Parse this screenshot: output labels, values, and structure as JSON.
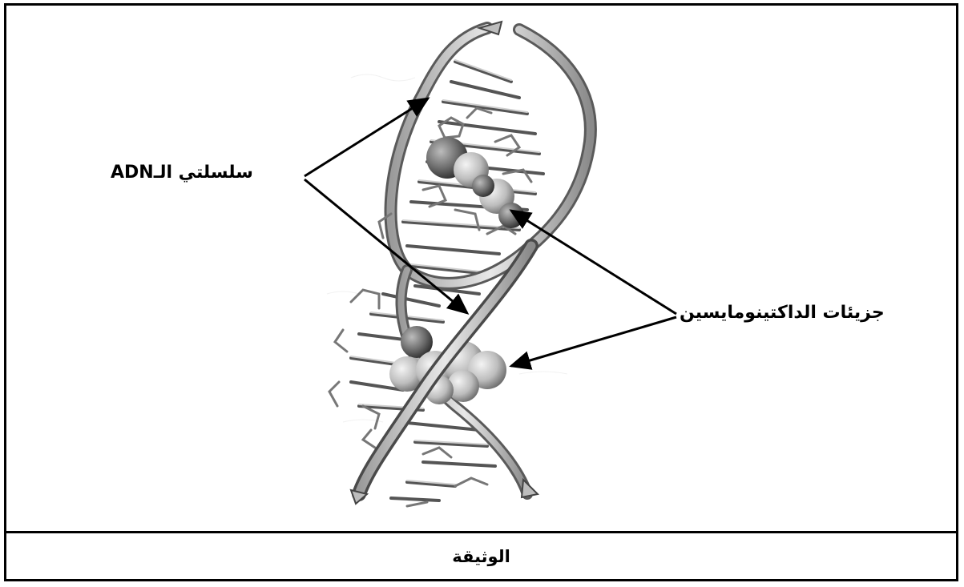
{
  "labels": {
    "dna_strands": "سلسلتي الـADN",
    "actinomycin_molecules": "جزيئات الداكتينومايسين"
  },
  "caption": "الوثيقة"
}
